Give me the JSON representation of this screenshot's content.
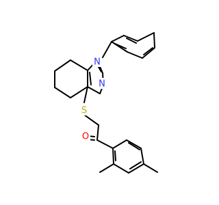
{
  "diagram": {
    "type": "chemical-structure",
    "atoms": [
      {
        "id": "N1",
        "element": "N",
        "label": "N",
        "color": "#3333ff"
      },
      {
        "id": "N3",
        "element": "N",
        "label": "N",
        "color": "#3333ff"
      },
      {
        "id": "S",
        "element": "S",
        "label": "S",
        "color": "#b2b200"
      },
      {
        "id": "O",
        "element": "O",
        "label": "O",
        "color": "#ff0000"
      }
    ],
    "colors": {
      "bond": "#000000",
      "nitrogen": "#3333ff",
      "sulfur": "#b2b200",
      "oxygen": "#ff0000"
    }
  }
}
